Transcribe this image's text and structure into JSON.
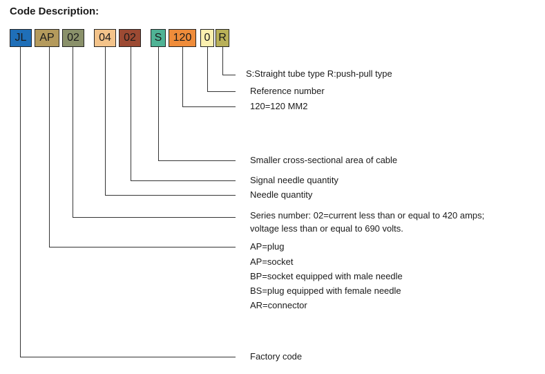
{
  "title": "Code Description:",
  "code_segments": [
    {
      "text": "JL",
      "color": "#1f6fb8"
    },
    {
      "text": "AP",
      "color": "#b49a5c"
    },
    {
      "text": "02",
      "color": "#8a916a"
    },
    {
      "text": "04",
      "color": "#f3c38a"
    },
    {
      "text": "02",
      "color": "#9c4a33"
    },
    {
      "text": "S",
      "color": "#4fb395"
    },
    {
      "text": "120",
      "color": "#ef8c3a"
    },
    {
      "text": "0",
      "color": "#fbf0b0"
    },
    {
      "text": "R",
      "color": "#b8b058"
    }
  ],
  "descriptions": {
    "type": "S:Straight tube type  R:push-pull type",
    "reference": "Reference number",
    "area": "120=120 MM2",
    "smaller_area": "Smaller cross-sectional area of cable",
    "signal_needles": "Signal needle quantity",
    "needles": "Needle quantity",
    "series": [
      "Series number: 02=current less than or equal to 420 amps;",
      "voltage less than or equal to 690 volts."
    ],
    "plug_types": [
      "AP=plug",
      "AP=socket",
      "BP=socket equipped with male needle",
      "BS=plug equipped with female needle",
      "AR=connector"
    ],
    "factory": "Factory code"
  }
}
